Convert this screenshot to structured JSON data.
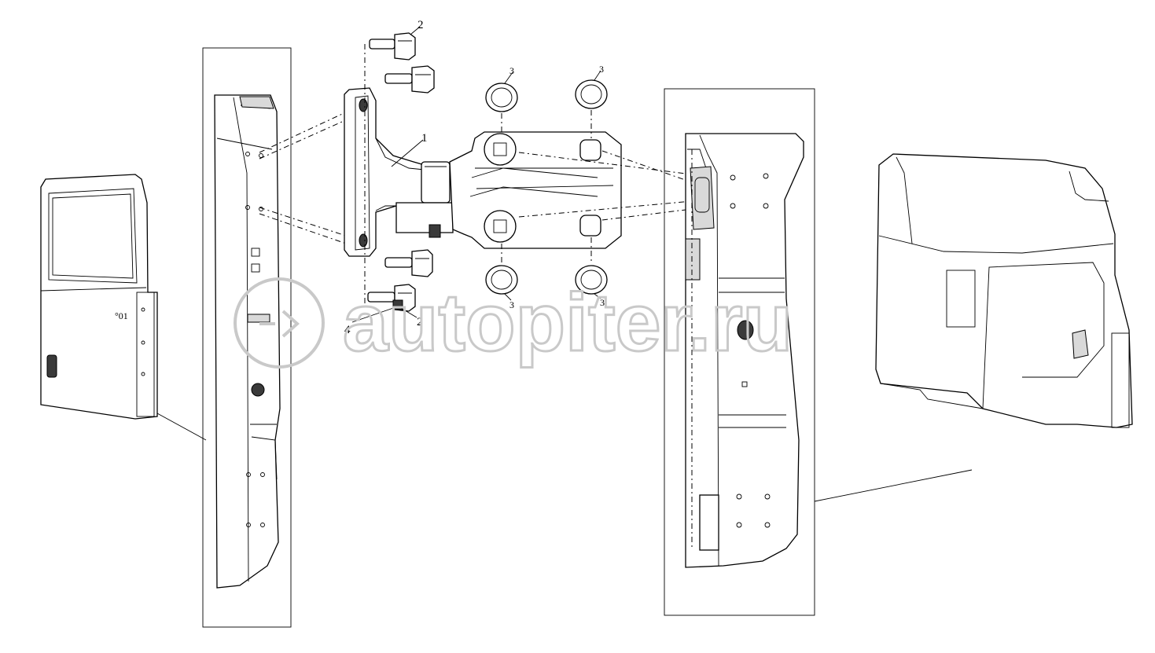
{
  "callouts": {
    "hinge_bracket": "1",
    "bolt_top": "2",
    "bolt_bottom": "2",
    "washer_top_left": "3",
    "washer_top_right": "3",
    "washer_bottom_left": "3",
    "washer_bottom_right": "3",
    "nut": "4"
  },
  "watermark": {
    "text": "autopiter.ru"
  },
  "colors": {
    "ink": "#000000",
    "watermark": "#c9c9c9",
    "background": "#ffffff"
  }
}
